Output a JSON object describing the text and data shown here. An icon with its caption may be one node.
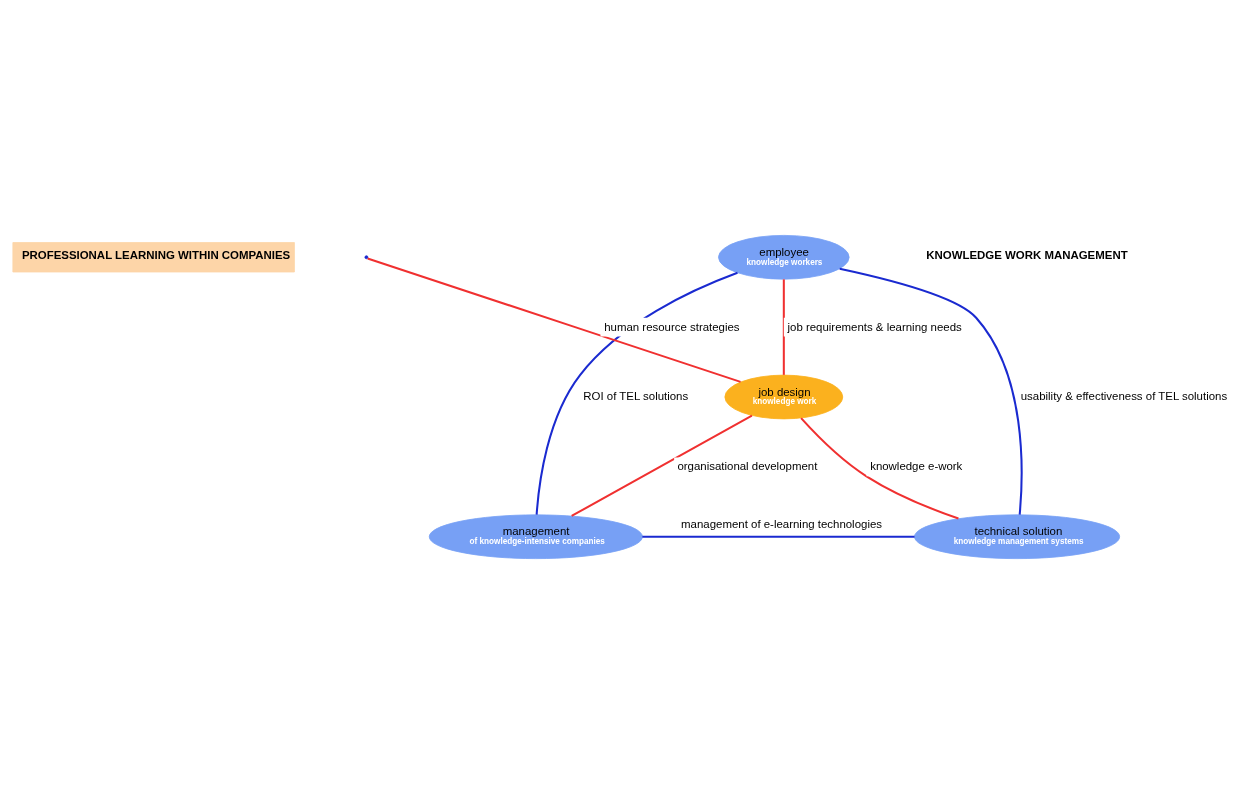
{
  "diagram": {
    "nodes": [
      {
        "text": [
          "PROFESSIONAL LEARNING WITHIN COMPANIES"
        ]
      },
      {
        "text": [
          "employee",
          "knowledge workers"
        ]
      },
      {
        "text": [
          "management",
          "of knowledge-intensive companies"
        ]
      },
      {
        "text": [
          "job design",
          "knowledge work"
        ]
      },
      {
        "text": [
          "technical solution",
          "knowledge management systems"
        ]
      }
    ],
    "edges": [
      {
        "from": 1,
        "to": 2,
        "arrow": "none",
        "label": "ROI of TEL solutions",
        "color": "#1a2ad0"
      },
      {
        "from": 1,
        "to": 4,
        "arrow": "none",
        "label": "usability & effectiveness of TEL solutions",
        "color": "#1a2ad0"
      },
      {
        "from": 1,
        "to": 3,
        "arrow": "none",
        "label": "job requirements & learning needs"
      },
      {
        "from": null,
        "to": 3,
        "arrow": "none",
        "label": "human resource strategies"
      },
      {
        "from": 3,
        "to": 2,
        "arrow": "none",
        "label": "organisational development"
      },
      {
        "from": 3,
        "to": 4,
        "arrow": "none",
        "label": "knowledge e-work"
      },
      {
        "from": 2,
        "to": 4,
        "arrow": "none",
        "label": "management of e-learning technologies",
        "color": "#1a2ad0"
      }
    ],
    "labels": [
      "KNOWLEDGE WORK MANAGEMENT"
    ]
  }
}
